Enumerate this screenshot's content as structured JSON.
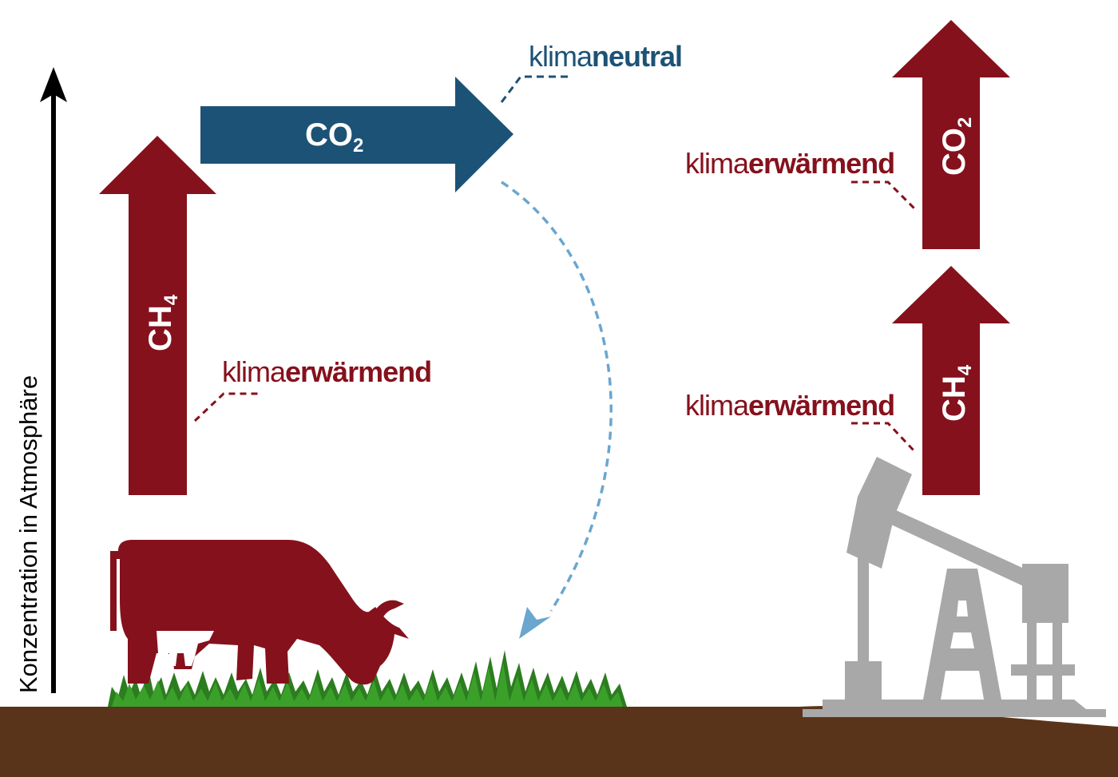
{
  "colors": {
    "warming": "#85111c",
    "neutral": "#1c5276",
    "neutral_light": "#6aa6cf",
    "ground": "#5a341a",
    "grass": "#3aa02a",
    "grass_dark": "#2c7d1f",
    "pump": "#a8a8a8",
    "axis": "#000000"
  },
  "axis": {
    "label": "Konzentration in Atmosphäre"
  },
  "left": {
    "ch4_arrow": {
      "main": "CH",
      "sub": "4"
    },
    "co2_arrow": {
      "main": "CO",
      "sub": "2"
    },
    "warming_label": {
      "light": "klima",
      "bold": "erwärmend"
    },
    "neutral_label": {
      "light": "klima",
      "bold": "neutral"
    },
    "source_icon": "cow-icon",
    "sink_icon": "grass-icon"
  },
  "right": {
    "co2_arrow": {
      "main": "CO",
      "sub": "2"
    },
    "ch4_arrow": {
      "main": "CH",
      "sub": "4"
    },
    "co2_label": {
      "light": "klima",
      "bold": "erwärmend"
    },
    "ch4_label": {
      "light": "klima",
      "bold": "erwärmend"
    },
    "source_icon": "oil-pump-icon"
  }
}
